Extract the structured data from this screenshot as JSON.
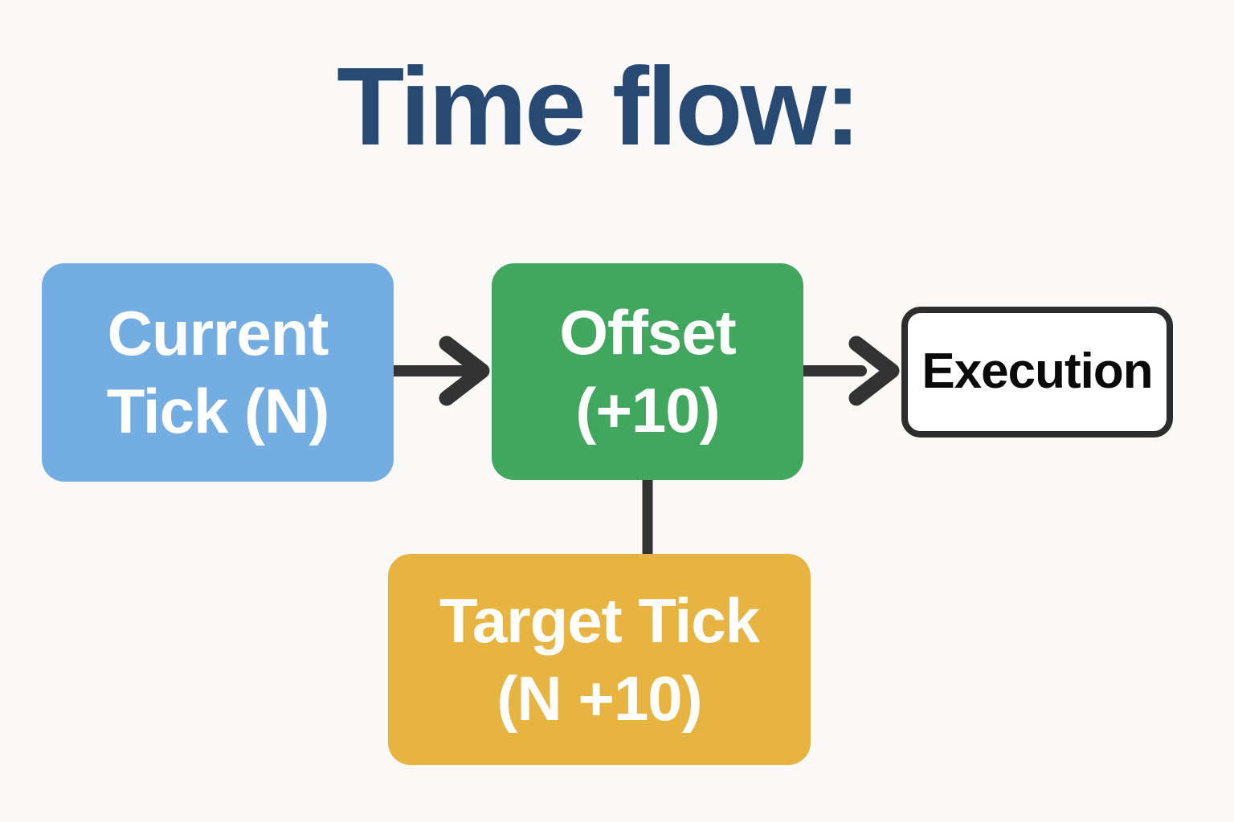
{
  "page": {
    "background_color": "#faf9f8"
  },
  "title": {
    "text": "Time flow:",
    "color": "#284a72"
  },
  "nodes": {
    "current_tick": {
      "line1": "Current",
      "line2": "Tick (N)",
      "fill": "#74ade2",
      "text_color": "#ffffff"
    },
    "offset": {
      "line1": "Offset",
      "line2": "(+10)",
      "fill": "#41a75e",
      "text_color": "#ffffff"
    },
    "execution": {
      "label": "Execution",
      "fill": "#ffffff",
      "border_color": "#2d2d2d",
      "text_color": "#0a0a0a"
    },
    "target_tick": {
      "line1": "Target Tick",
      "line2": "(N +10)",
      "fill": "#e7b441",
      "text_color": "#ffffff"
    }
  },
  "connectors": {
    "color": "#333333",
    "edges": [
      {
        "from": "current_tick",
        "to": "offset",
        "type": "arrow"
      },
      {
        "from": "offset",
        "to": "execution",
        "type": "arrow"
      },
      {
        "from": "offset",
        "to": "target_tick",
        "type": "line"
      }
    ]
  }
}
